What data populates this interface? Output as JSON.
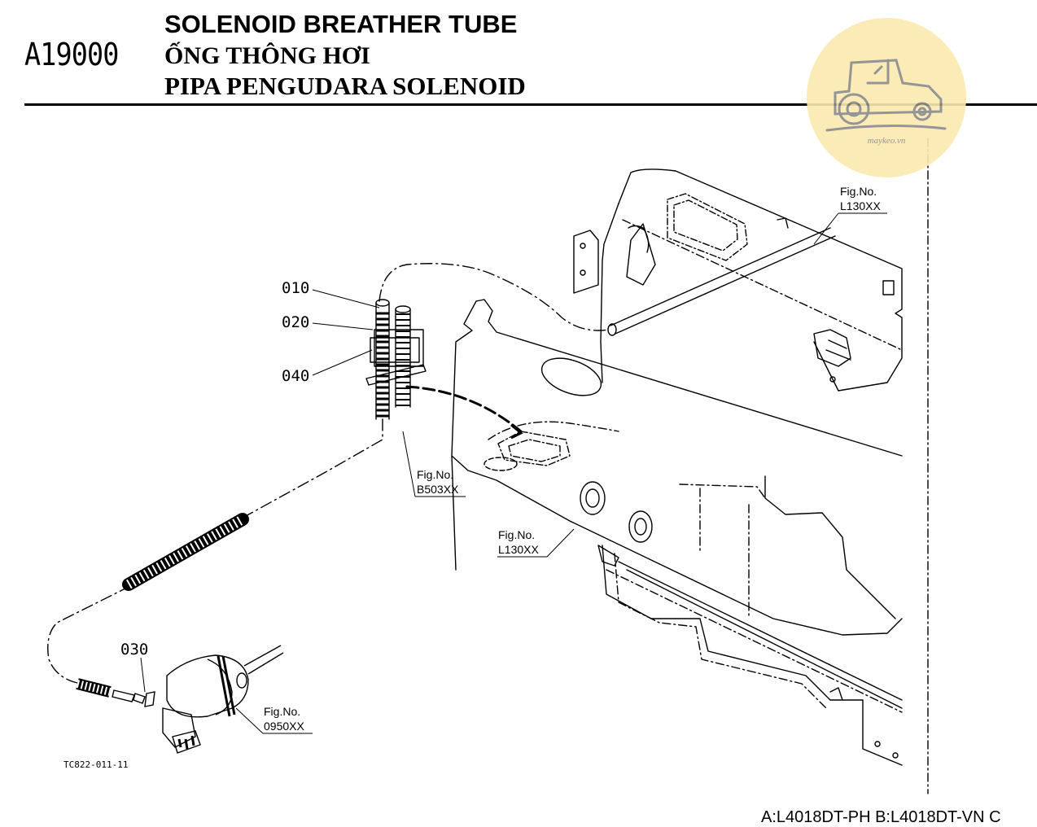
{
  "header": {
    "code": "A19000",
    "title_en": "SOLENOID BREATHER TUBE",
    "title_vi": "ỐNG THÔNG HƠI",
    "title_ms": "PIPA PENGUDARA SOLENOID"
  },
  "logo": {
    "text": "maykeo.vn",
    "icon": "tractor-icon"
  },
  "parts": {
    "p010": "010",
    "p020": "020",
    "p030": "030",
    "p040": "040"
  },
  "figrefs": {
    "fig_label": "Fig.No.",
    "l130_top": "L130XX",
    "b503": "B503XX",
    "l130_mid": "L130XX",
    "f0950": "0950XX"
  },
  "drawing_code": "TC822-011-11",
  "footer": "A:L4018DT-PH B:L4018DT-VN C"
}
